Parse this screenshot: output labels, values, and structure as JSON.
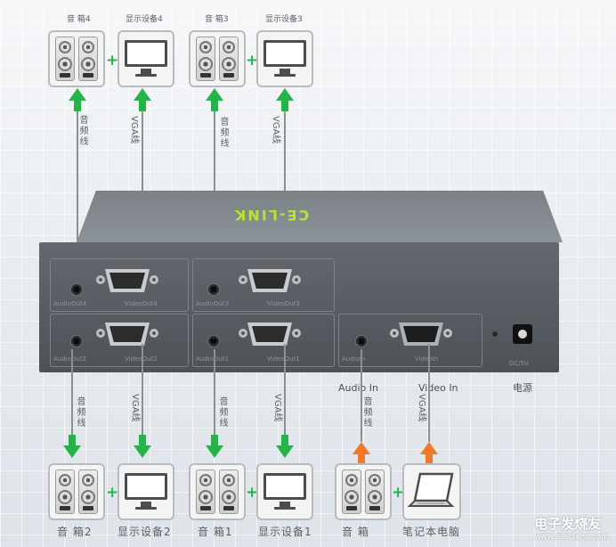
{
  "top_row": {
    "speaker_4": "音  箱4",
    "display_4": "显示设备4",
    "speaker_3": "音  箱3",
    "display_3": "显示设备3"
  },
  "bottom_row": {
    "speaker_2": "音   箱2",
    "display_2": "显示设备2",
    "speaker_1": "音   箱1",
    "display_1": "显示设备1",
    "speaker_in": "音   箱",
    "laptop": "笔记本电脑"
  },
  "cables": {
    "audio": "音频线",
    "vga": "VGA线"
  },
  "device": {
    "brand": "CE-LINK",
    "ports": {
      "audio_out4": "AudioOut4",
      "video_out4": "VideoOut4",
      "audio_out3": "AudioOut3",
      "video_out3": "VideoOut3",
      "audio_out2": "AudioOut2",
      "video_out2": "VideoOut2",
      "audio_out1": "AudioOut1",
      "video_out1": "VideoOut1",
      "audio_in": "AudioIn",
      "video_in": "VideoIn",
      "dc": "DC/5V"
    }
  },
  "callouts": {
    "audio_in": "Audio In",
    "video_in": "Video In",
    "power": "电源"
  },
  "watermark": {
    "title": "电子发烧友",
    "url": "www.elecfans.com"
  },
  "colors": {
    "output_arrow": "#26b34a",
    "input_arrow": "#f07a2a",
    "brand": "#b7e42c"
  }
}
